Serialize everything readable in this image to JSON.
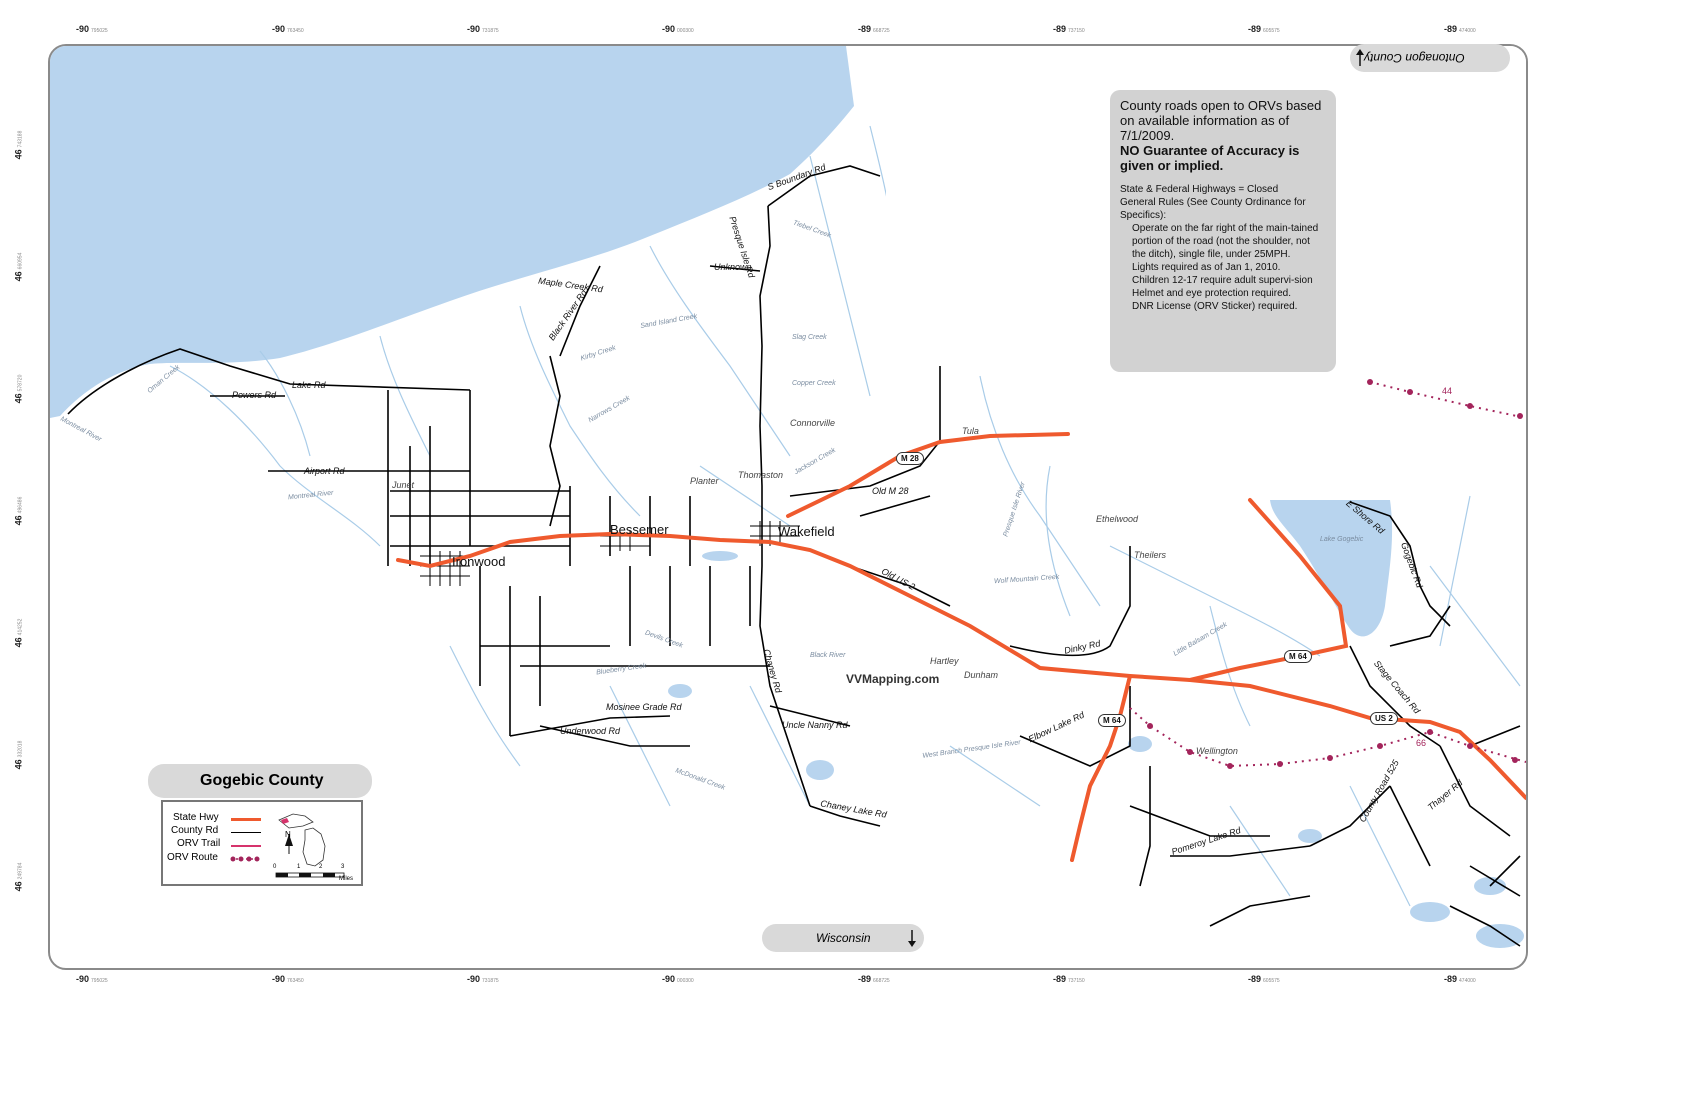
{
  "coords": {
    "longitudes": [
      {
        "deg": "-90",
        "min": "795025"
      },
      {
        "deg": "-90",
        "min": "763450"
      },
      {
        "deg": "-90",
        "min": "731875"
      },
      {
        "deg": "-90",
        "min": "000300"
      },
      {
        "deg": "-89",
        "min": "668725"
      },
      {
        "deg": "-89",
        "min": "737150"
      },
      {
        "deg": "-89",
        "min": "605575"
      },
      {
        "deg": "-89",
        "min": "474000"
      }
    ],
    "latitudes": [
      {
        "deg": "46",
        "min": "743188"
      },
      {
        "deg": "46",
        "min": "660954"
      },
      {
        "deg": "46",
        "min": "578720"
      },
      {
        "deg": "46",
        "min": "496486"
      },
      {
        "deg": "46",
        "min": "414252"
      },
      {
        "deg": "46",
        "min": "332018"
      },
      {
        "deg": "46",
        "min": "249784"
      }
    ]
  },
  "info_box": {
    "heading": "County roads open to ORVs based on available information as of 7/1/2009.",
    "warning": "NO Guarantee of Accuracy is given or implied.",
    "rules": [
      "State & Federal Highways = Closed",
      "General Rules (See County Ordinance for Specifics):"
    ],
    "indented_rules": [
      "Operate on the far right of the main-tained portion of the road (not the shoulder, not the ditch), single file, under 25MPH.",
      "Lights required as of Jan 1, 2010.",
      "Children 12-17 require adult supervi-sion",
      "Helmet and eye protection required.",
      "DNR License (ORV Sticker) required."
    ]
  },
  "neighbors": {
    "north": "Ontonagon County",
    "south": "Wisconsin"
  },
  "county_title": "Gogebic County",
  "legend": {
    "items": [
      "State Hwy",
      "County Rd",
      "ORV Trail",
      "ORV Route"
    ],
    "scale_ticks": [
      "0",
      "1",
      "2",
      "3"
    ],
    "scale_unit": "Miles",
    "north_label": "N"
  },
  "watermark": "VVMapping.com",
  "towns": [
    "Ironwood",
    "Bessemer",
    "Wakefield"
  ],
  "small_places": [
    "Junet",
    "Planter",
    "Thomaston",
    "Connorville",
    "Tula",
    "Ethelwood",
    "Theilers",
    "Hartley",
    "Dunham",
    "Wellington"
  ],
  "road_labels": [
    "Powers Rd",
    "Lake Rd",
    "Airport Rd",
    "Maple Creek Rd",
    "Black River Rd",
    "S Boundary Rd",
    "Presque Isle Rd",
    "Unknown",
    "Old M 28",
    "Old US 2",
    "Dinky Rd",
    "Chaney Rd",
    "Uncle Nanny Rd",
    "Mosinee Grade Rd",
    "Underwood Rd",
    "Chaney Lake Rd",
    "Elbow Lake Rd",
    "Pomeroy Lake Rd",
    "County Road 525",
    "Thayer Rd",
    "Stage Coach Rd",
    "Gogebic Rd",
    "E Shore Rd"
  ],
  "shields": [
    "M 28",
    "M 64",
    "M 64",
    "US 2"
  ],
  "orv_route_numbers": [
    "44",
    "66"
  ],
  "water_labels": [
    "Montreal River",
    "Oman Creek",
    "Lake Gogebic",
    "Black River",
    "Sand Island Creek",
    "Kirby Creek",
    "Narrows Creek",
    "Montreal River",
    "Devils Creek",
    "Wolf Mountain Creek",
    "Presque Isle River",
    "Tiebel Creek",
    "Slag Creek",
    "Copper Creek",
    "Jackson Creek",
    "West Branch Presque Isle River",
    "McDonald Creek",
    "Blueberry Creek",
    "Little Balsam Creek"
  ],
  "colors": {
    "lake": "#b8d4ee",
    "river": "#a9cce8",
    "state_hwy": "#ef5a2e",
    "county_rd": "#000000",
    "orv_trail": "#d6336c",
    "orv_route": "#a3245b",
    "tab_gray": "#d9d9d9"
  }
}
